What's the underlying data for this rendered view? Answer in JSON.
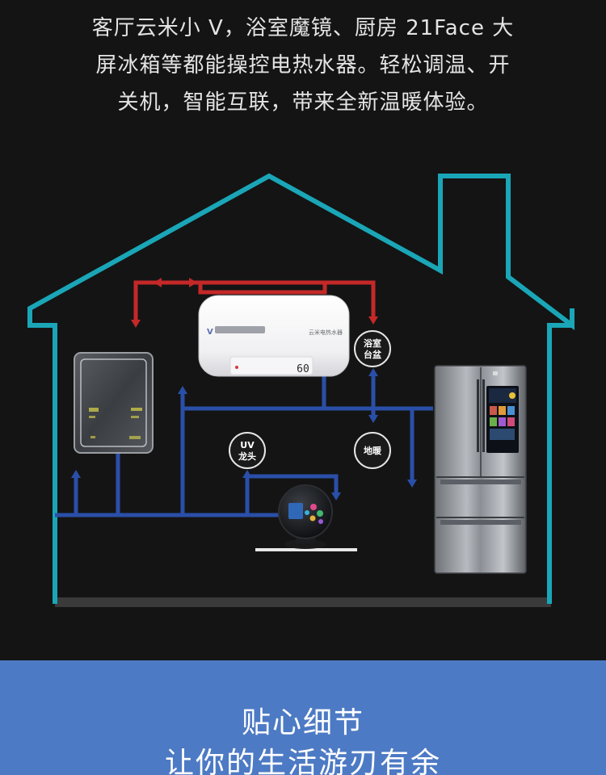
{
  "intro": {
    "line1": "客厅云米小 V，浴室魔镜、厨房 21Face 大",
    "line2": "屏冰箱等都能操控电热水器。轻松调温、开",
    "line3": "关机，智能互联，带来全新温暖体验。"
  },
  "labels": {
    "bathroom_basin_line1": "浴室",
    "bathroom_basin_line2": "台盆",
    "uv_faucet_line1": "UV",
    "uv_faucet_line2": "龙头",
    "floor_heating": "地暖"
  },
  "heater": {
    "temperature": "60",
    "model_text": "云米电热水器"
  },
  "footer": {
    "line1": "贴心细节",
    "line2": "让你的生活游刃有余"
  },
  "colors": {
    "house_outline": "#1aa6b7",
    "hot_pipe": "#c42828",
    "cold_pipe": "#2a4fa8",
    "footer_bg": "#4d7ac4"
  }
}
